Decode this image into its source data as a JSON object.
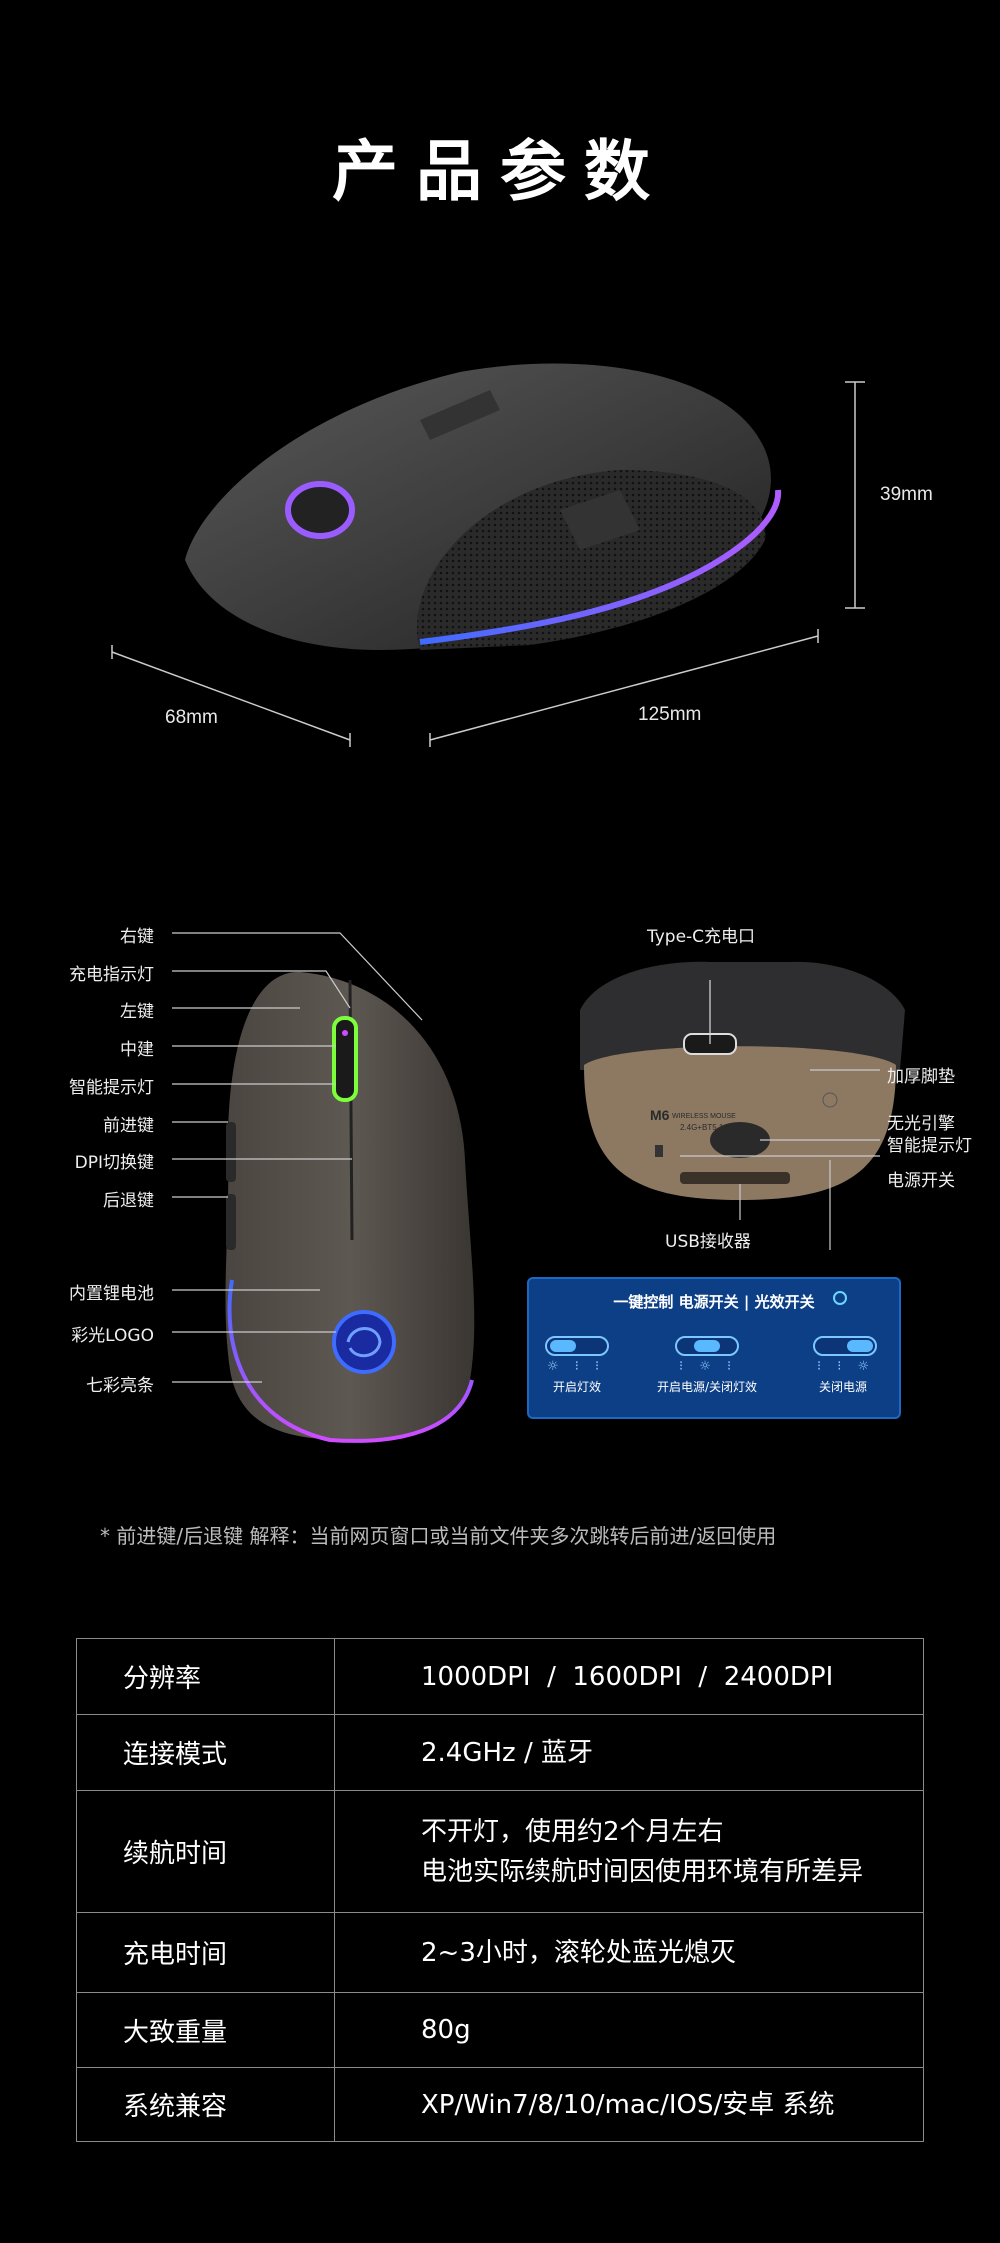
{
  "title": "产品参数",
  "dimensions": {
    "height": "39mm",
    "width": "68mm",
    "length": "125mm"
  },
  "callouts_left": [
    "右键",
    "充电指示灯",
    "左键",
    "中建",
    "智能提示灯",
    "前进键",
    "DPI切换键",
    "后退键",
    "内置锂电池",
    "彩光LOGO",
    "七彩亮条"
  ],
  "callouts_right": {
    "typec": "Type-C充电口",
    "feet": "加厚脚垫",
    "sensor": "无光引擎\n智能提示灯",
    "power": "电源开关",
    "usb": "USB接收器"
  },
  "bottom_print": {
    "model": "M6",
    "sub": "WIRELESS MOUSE",
    "spec": "2.4G+BT5.1"
  },
  "switch_panel": {
    "title": "一键控制 电源开关 | 光效开关",
    "modes": [
      "开启灯效",
      "开启电源/关闭灯效",
      "关闭电源"
    ]
  },
  "note": "* 前进键/后退键 解释：当前网页窗口或当前文件夹多次跳转后前进/返回使用",
  "specs": [
    {
      "key": "分辨率",
      "value": "1000DPI  /  1600DPI  /  2400DPI"
    },
    {
      "key": "连接模式",
      "value": "2.4GHz / 蓝牙"
    },
    {
      "key": "续航时间",
      "value": "不开灯，使用约2个月左右\n电池实际续航时间因使用环境有所差异"
    },
    {
      "key": "充电时间",
      "value": "2~3小时，滚轮处蓝光熄灭"
    },
    {
      "key": "大致重量",
      "value": "80g"
    },
    {
      "key": "系统兼容",
      "value": "XP/Win7/8/10/mac/IOS/安卓 系统"
    }
  ],
  "colors": {
    "background": "#000000",
    "panel": "#0c3f86",
    "glow_purple": "#9b5cff",
    "glow_blue": "#3f6bff",
    "wheel_green": "#7cff3a"
  }
}
